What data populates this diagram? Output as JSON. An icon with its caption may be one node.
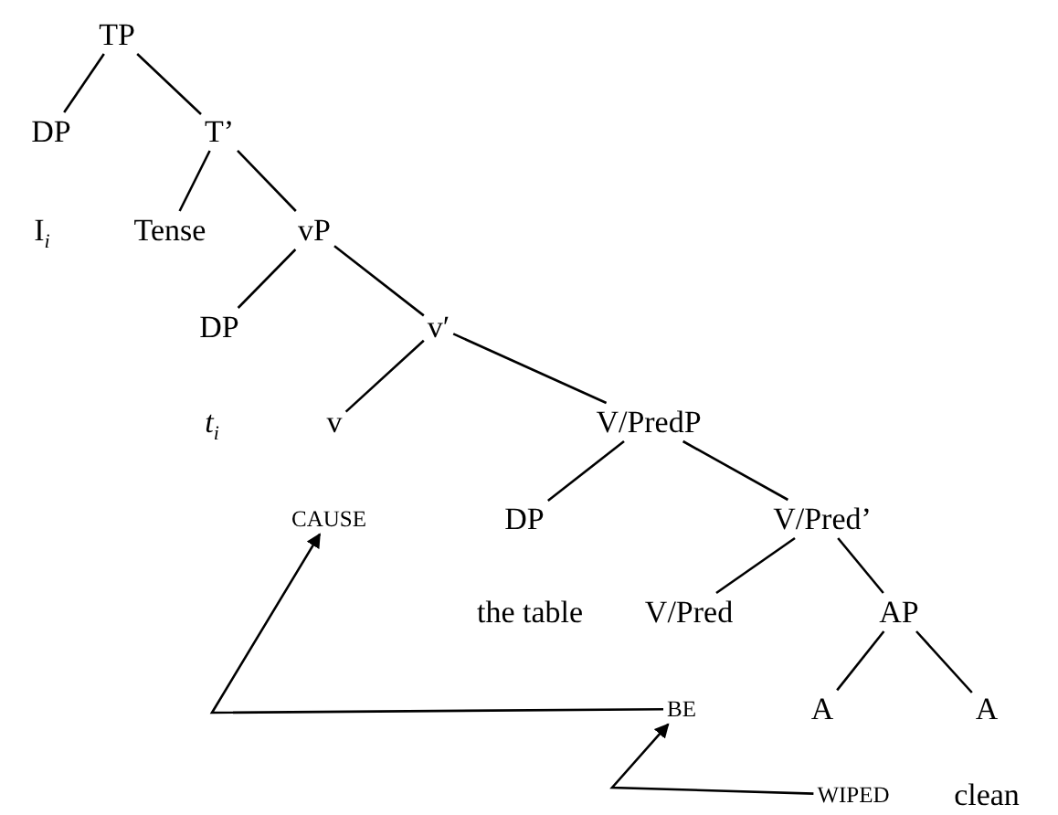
{
  "diagram": {
    "nodes": [
      {
        "text": [
          "TP"
        ]
      },
      {
        "text": [
          "DP"
        ]
      },
      {
        "text": [
          "T’"
        ]
      },
      {
        "text": [
          "Tense"
        ]
      },
      {
        "text": [
          "vP"
        ]
      },
      {
        "text": [
          "DP"
        ]
      },
      {
        "text": [
          "v′"
        ]
      },
      {
        "text": [
          "v"
        ]
      },
      {
        "text": [
          "V/PredP"
        ]
      },
      {
        "text": [
          "CAUSE"
        ]
      },
      {
        "text": [
          "DP"
        ]
      },
      {
        "text": [
          "V/Pred’"
        ]
      },
      {
        "text": [
          "V/Pred"
        ]
      },
      {
        "text": [
          "AP"
        ]
      },
      {
        "text": [
          "BE"
        ]
      },
      {
        "text": [
          "A"
        ]
      },
      {
        "text": [
          "A"
        ]
      },
      {
        "text": [
          "WIPED"
        ]
      }
    ],
    "edges": [
      {
        "from": 0,
        "to": 1,
        "arrow": "none"
      },
      {
        "from": 0,
        "to": 2,
        "arrow": "none"
      },
      {
        "from": 2,
        "to": 3,
        "arrow": "none"
      },
      {
        "from": 2,
        "to": 4,
        "arrow": "none"
      },
      {
        "from": 4,
        "to": 5,
        "arrow": "none"
      },
      {
        "from": 4,
        "to": 6,
        "arrow": "none"
      },
      {
        "from": 6,
        "to": 7,
        "arrow": "none"
      },
      {
        "from": 6,
        "to": 8,
        "arrow": "none"
      },
      {
        "from": 8,
        "to": 10,
        "arrow": "none"
      },
      {
        "from": 8,
        "to": 11,
        "arrow": "none"
      },
      {
        "from": 11,
        "to": 12,
        "arrow": "none"
      },
      {
        "from": 11,
        "to": 13,
        "arrow": "none"
      },
      {
        "from": 13,
        "to": 15,
        "arrow": "none"
      },
      {
        "from": 13,
        "to": 16,
        "arrow": "none"
      },
      {
        "from": 14,
        "to": 9,
        "arrow": "to"
      },
      {
        "from": 17,
        "to": 14,
        "arrow": "to"
      }
    ],
    "labels": [
      "I$_{i}$",
      "*t*$_{i}$",
      "the table",
      "clean"
    ]
  }
}
